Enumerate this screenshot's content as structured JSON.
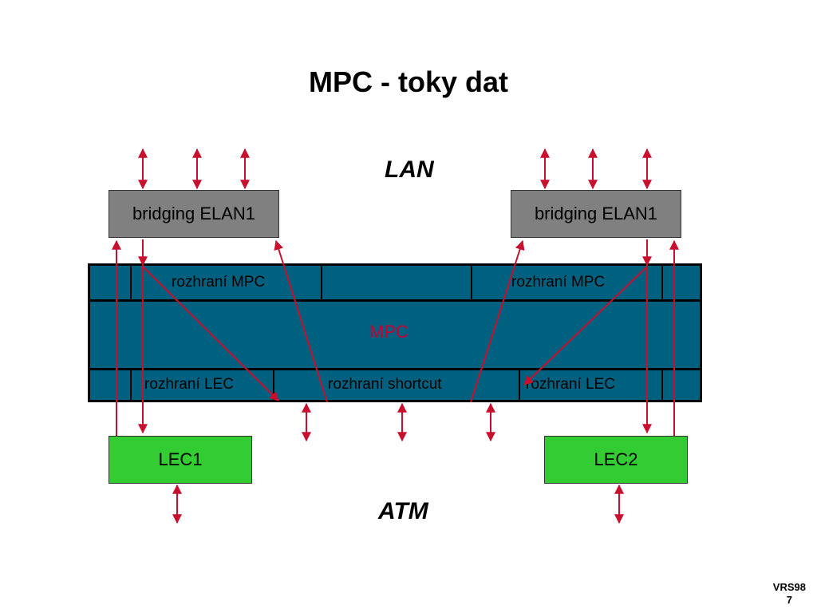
{
  "title": "MPC - toky dat",
  "lan_label": "LAN",
  "atm_label": "ATM",
  "bridge_left": "bridging ELAN1",
  "bridge_right": "bridging ELAN1",
  "lec_left": "LEC1",
  "lec_right": "LEC2",
  "mpc": {
    "label": "MPC",
    "top_left": "rozhraní MPC",
    "top_right": "rozhraní MPC",
    "bottom_left": "rozhraní LEC",
    "bottom_mid": "rozhraní shortcut",
    "bottom_right": "rozhraní LEC"
  },
  "footer": {
    "line1": "VRS98",
    "line2": "7"
  },
  "colors": {
    "arrow": "#c8102e",
    "mpc_bg": "#006080",
    "bridge": "#808080",
    "lec": "#33cc33",
    "mpc_label": "#cc0033"
  }
}
